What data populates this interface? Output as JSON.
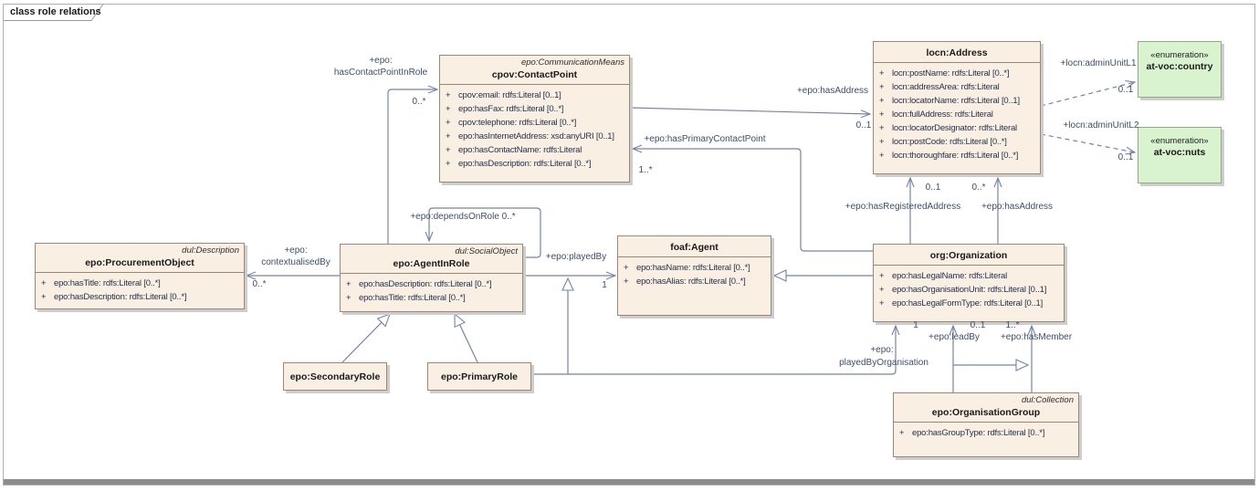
{
  "diagram_title": "class role relations",
  "plus": "+",
  "colors": {
    "class_fill": "#f9efe3",
    "class_border": "#9a8775",
    "enum_fill": "#d9f3cf",
    "enum_border": "#93a78d",
    "edge_line": "#7385a8",
    "label_text": "#3d4f6b"
  },
  "classes": {
    "contact_point": {
      "stereotype": "epo:CommunicationMeans",
      "name": "cpov:ContactPoint",
      "attributes": [
        "cpov:email: rdfs:Literal [0..1]",
        "epo:hasFax: rdfs:Literal [0..*]",
        "cpov:telephone: rdfs:Literal [0..*]",
        "epo:hasInternetAddress: xsd:anyURI [0..1]",
        "epo:hasContactName: rdfs:Literal",
        "epo:hasDescription: rdfs:Literal [0..*]"
      ]
    },
    "address": {
      "name": "locn:Address",
      "attributes": [
        "locn:postName: rdfs:Literal [0..*]",
        "locn:addressArea: rdfs:Literal",
        "locn:locatorName: rdfs:Literal [0..1]",
        "locn:fullAddress: rdfs:Literal",
        "locn:locatorDesignator: rdfs:Literal",
        "locn:postCode: rdfs:Literal [0..*]",
        "locn:thoroughfare: rdfs:Literal [0..*]"
      ]
    },
    "country": {
      "stereotype": "«enumeration»",
      "name": "at-voc:country"
    },
    "nuts": {
      "stereotype": "«enumeration»",
      "name": "at-voc:nuts"
    },
    "procurement_object": {
      "stereotype": "dul:Description",
      "name": "epo:ProcurementObject",
      "attributes": [
        "epo:hasTitle: rdfs:Literal [0..*]",
        "epo:hasDescription: rdfs:Literal [0..*]"
      ]
    },
    "agent_in_role": {
      "stereotype": "dul:SocialObject",
      "name": "epo:AgentInRole",
      "attributes": [
        "epo:hasDescription: rdfs:Literal [0..*]",
        "epo:hasTitle: rdfs:Literal [0..*]"
      ]
    },
    "agent": {
      "name": "foaf:Agent",
      "attributes": [
        "epo:hasName: rdfs:Literal [0..*]",
        "epo:hasAlias: rdfs:Literal [0..*]"
      ]
    },
    "organization": {
      "name": "org:Organization",
      "attributes": [
        "epo:hasLegalName: rdfs:Literal",
        "epo:hasOrganisationUnit: rdfs:Literal [0..1]",
        "epo:hasLegalFormType: rdfs:Literal [0..1]"
      ]
    },
    "secondary_role": {
      "name": "epo:SecondaryRole"
    },
    "primary_role": {
      "name": "epo:PrimaryRole"
    },
    "organisation_group": {
      "stereotype": "dul:Collection",
      "name": "epo:OrganisationGroup",
      "attributes": [
        "epo:hasGroupType: rdfs:Literal [0..*]"
      ]
    }
  },
  "edges": {
    "has_contact_point_in_role": {
      "label_line1": "+epo:",
      "label_line2": "hasContactPointInRole",
      "mult": "0..*"
    },
    "depends_on_role": {
      "label": "+epo:dependsOnRole 0..*"
    },
    "contextualised_by": {
      "label_line1": "+epo:",
      "label_line2": "contextualisedBy",
      "mult": "0..*"
    },
    "played_by": {
      "label": "+epo:playedBy",
      "mult": "1"
    },
    "has_address_contact_point": {
      "label": "+epo:hasAddress",
      "mult": "0..1"
    },
    "has_primary_contact_point": {
      "label": "+epo:hasPrimaryContactPoint",
      "mult": "1..*"
    },
    "has_registered_address": {
      "label": "+epo:hasRegisteredAddress",
      "mult": "0..1"
    },
    "has_address_organization": {
      "label": "+epo:hasAddress",
      "mult": "0..*"
    },
    "admin_unit_l1": {
      "label": "+locn:adminUnitL1",
      "mult": "0..1"
    },
    "admin_unit_l2": {
      "label": "+locn:adminUnitL2",
      "mult": "0..1"
    },
    "played_by_organisation": {
      "label_line1": "+epo:",
      "label_line2": "playedByOrganisation",
      "mult": "1"
    },
    "lead_by": {
      "label": "+epo:leadBy",
      "mult": "0..1"
    },
    "has_member": {
      "label": "+epo:hasMember",
      "mult": "1..*"
    }
  }
}
